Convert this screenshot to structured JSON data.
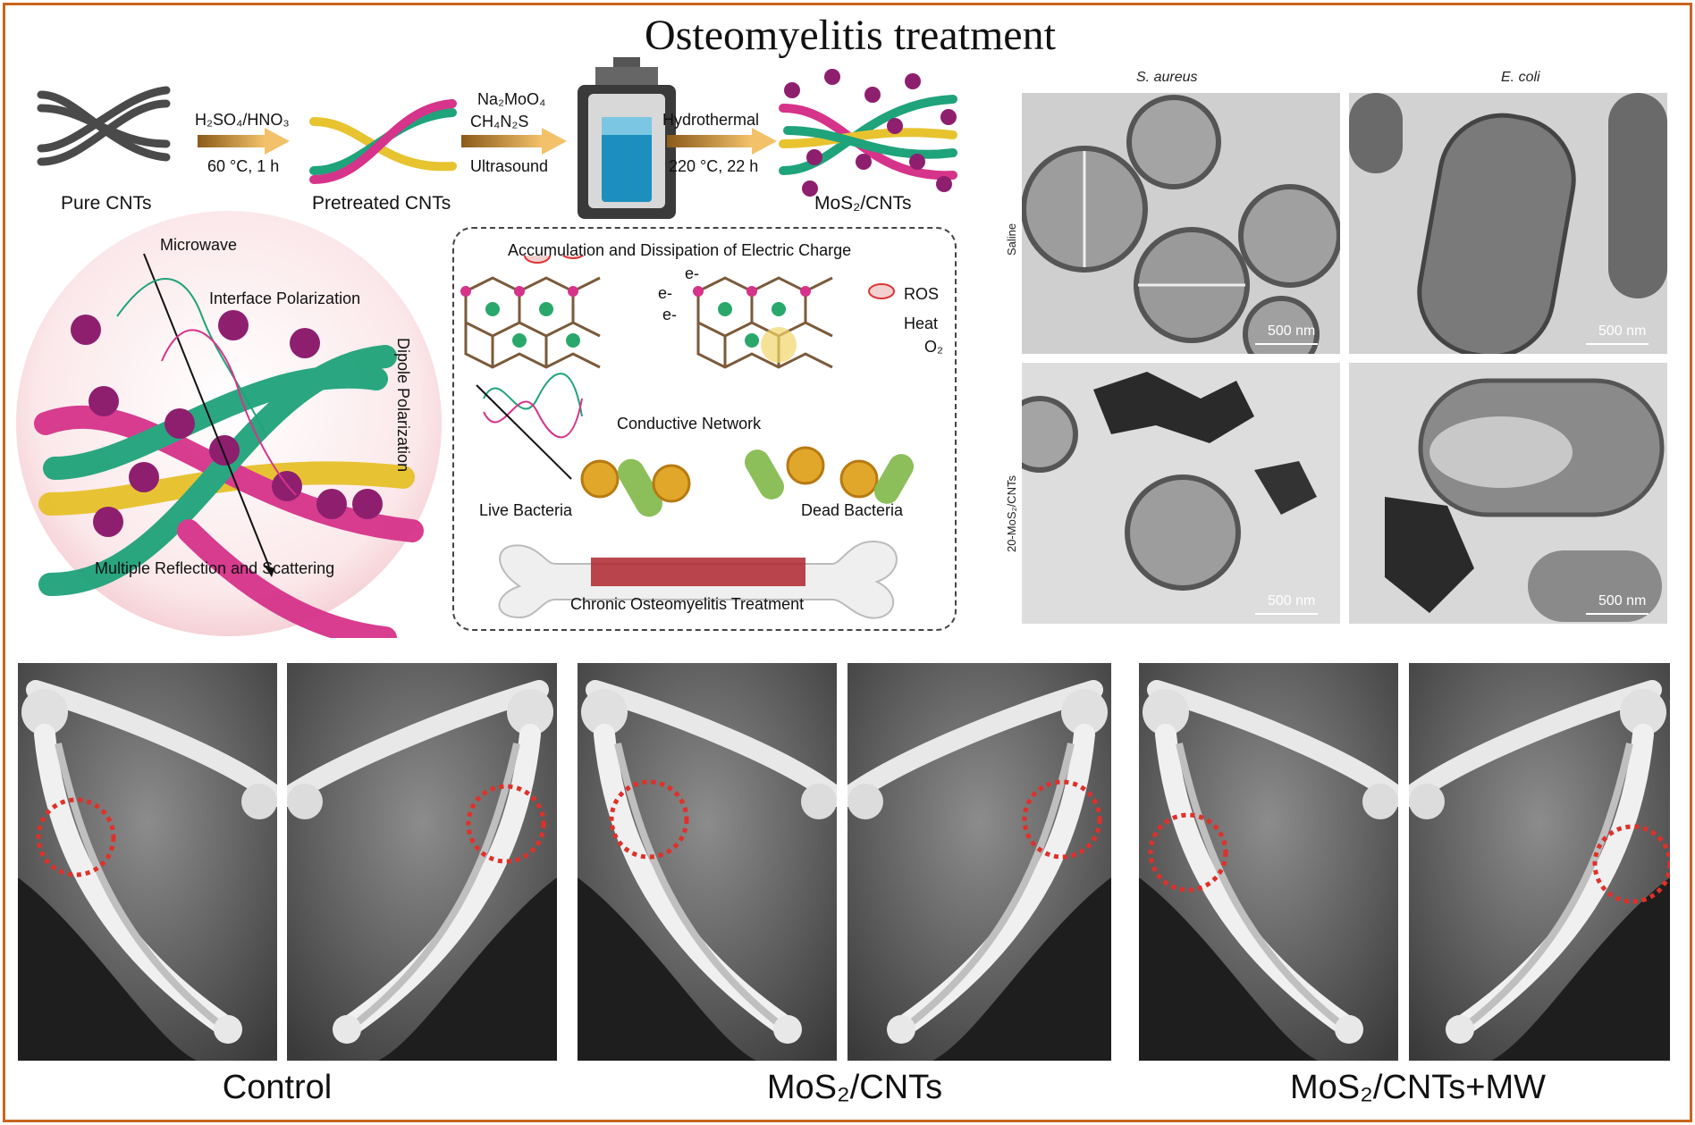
{
  "title": "Osteomyelitis treatment",
  "synthesis": {
    "step1_label": "Pure CNTs",
    "arrow1_top": "H₂SO₄/HNO₃",
    "arrow1_bottom": "60 °C, 1 h",
    "step2_label": "Pretreated CNTs",
    "arrow2_top1": "Na₂MoO₄",
    "arrow2_top2": "CH₄N₂S",
    "arrow2_bottom": "Ultrasound",
    "arrow3_top": "Hydrothermal",
    "arrow3_bottom": "220 °C, 22 h",
    "step3_label": "MoS₂/CNTs"
  },
  "mechanism": {
    "microwave": "Microwave",
    "interface": "Interface Polarization",
    "dipole": "Dipole Polarization",
    "reflection": "Multiple Reflection and Scattering"
  },
  "charge_panel": {
    "header": "Accumulation and Dissipation of Electric Charge",
    "electron": "e-",
    "ros": "ROS",
    "heat": "Heat",
    "o2": "O₂",
    "network": "Conductive Network",
    "live": "Live Bacteria",
    "dead": "Dead Bacteria",
    "treatment": "Chronic Osteomyelitis Treatment"
  },
  "tem": {
    "col1": "S. aureus",
    "col2": "E. coli",
    "row1": "Saline",
    "row2": "20-MoS₂/CNTs",
    "scale": "500 nm"
  },
  "xray_groups": [
    "Control",
    "MoS₂/CNTs",
    "MoS₂/CNTs+MW"
  ],
  "colors": {
    "border": "#c8651d",
    "magenta": "#d6338a",
    "green": "#1fa37a",
    "yellow": "#e2c12a",
    "marker": "#e0302a"
  }
}
